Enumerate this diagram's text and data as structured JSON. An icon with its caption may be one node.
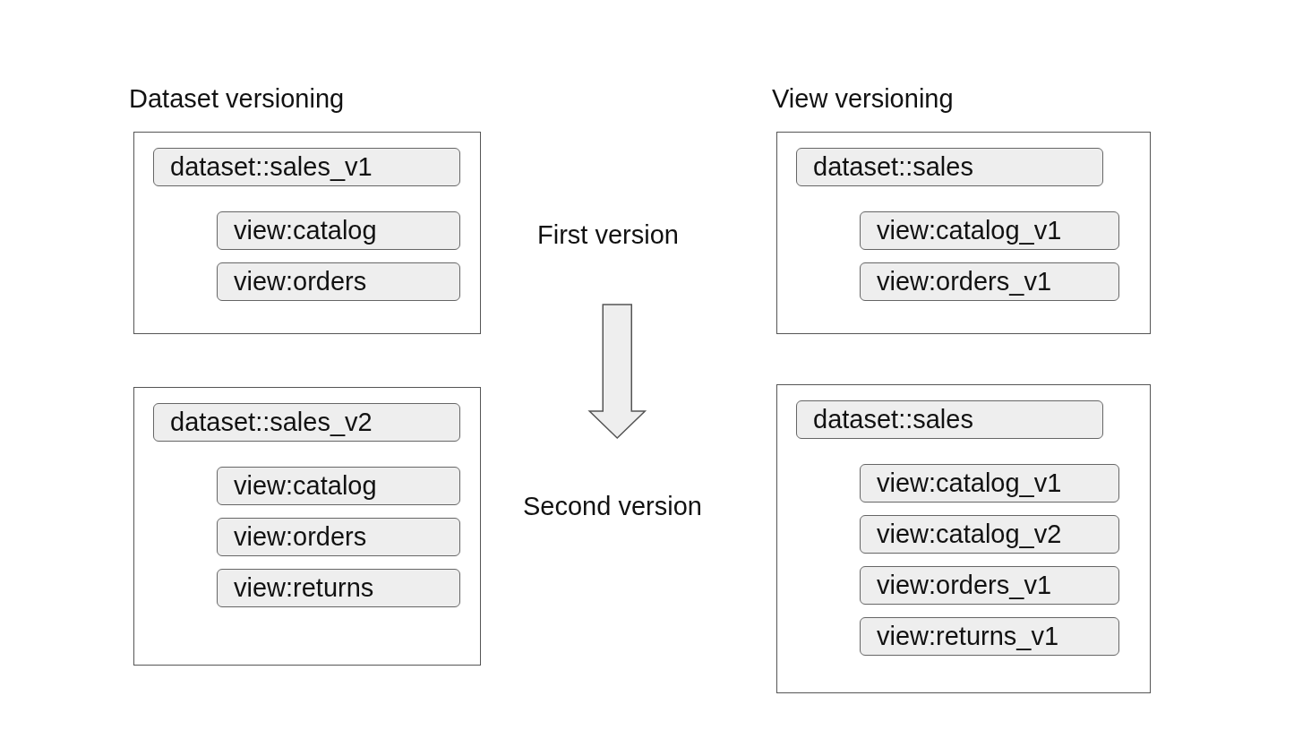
{
  "diagram": {
    "nodes": [
      {
        "text": [
          "Dataset versioning"
        ]
      },
      {
        "text": [
          "dataset::sales_v1"
        ],
        "in": 0
      },
      {
        "text": [
          "view:catalog"
        ],
        "in": 0
      },
      {
        "text": [
          "view:orders"
        ],
        "in": 0
      },
      {
        "text": [],
        "shape": "box"
      },
      {
        "text": [
          "dataset::sales_v2"
        ],
        "in": 4
      },
      {
        "text": [
          "view:catalog"
        ],
        "in": 4
      },
      {
        "text": [
          "view:orders"
        ],
        "in": 4
      },
      {
        "text": [
          "view:returns"
        ],
        "in": 4
      },
      {
        "text": [
          "View versioning"
        ]
      },
      {
        "text": [
          "dataset::sales"
        ],
        "in": 9
      },
      {
        "text": [
          "view:catalog_v1"
        ],
        "in": 9
      },
      {
        "text": [
          "view:orders_v1"
        ],
        "in": 9
      },
      {
        "text": [],
        "shape": "box"
      },
      {
        "text": [
          "dataset::sales"
        ],
        "in": 13
      },
      {
        "text": [
          "view:catalog_v1"
        ],
        "in": 13
      },
      {
        "text": [
          "view:catalog_v2"
        ],
        "in": 13
      },
      {
        "text": [
          "view:orders_v1"
        ],
        "in": 13
      },
      {
        "text": [
          "view:returns_v1"
        ],
        "in": 13
      },
      {
        "text": [
          "First version"
        ]
      },
      {
        "text": [
          "Second version"
        ]
      }
    ],
    "edges": [
      {
        "from": 19,
        "to": 20,
        "arrow": "to",
        "style": "thick"
      }
    ]
  }
}
